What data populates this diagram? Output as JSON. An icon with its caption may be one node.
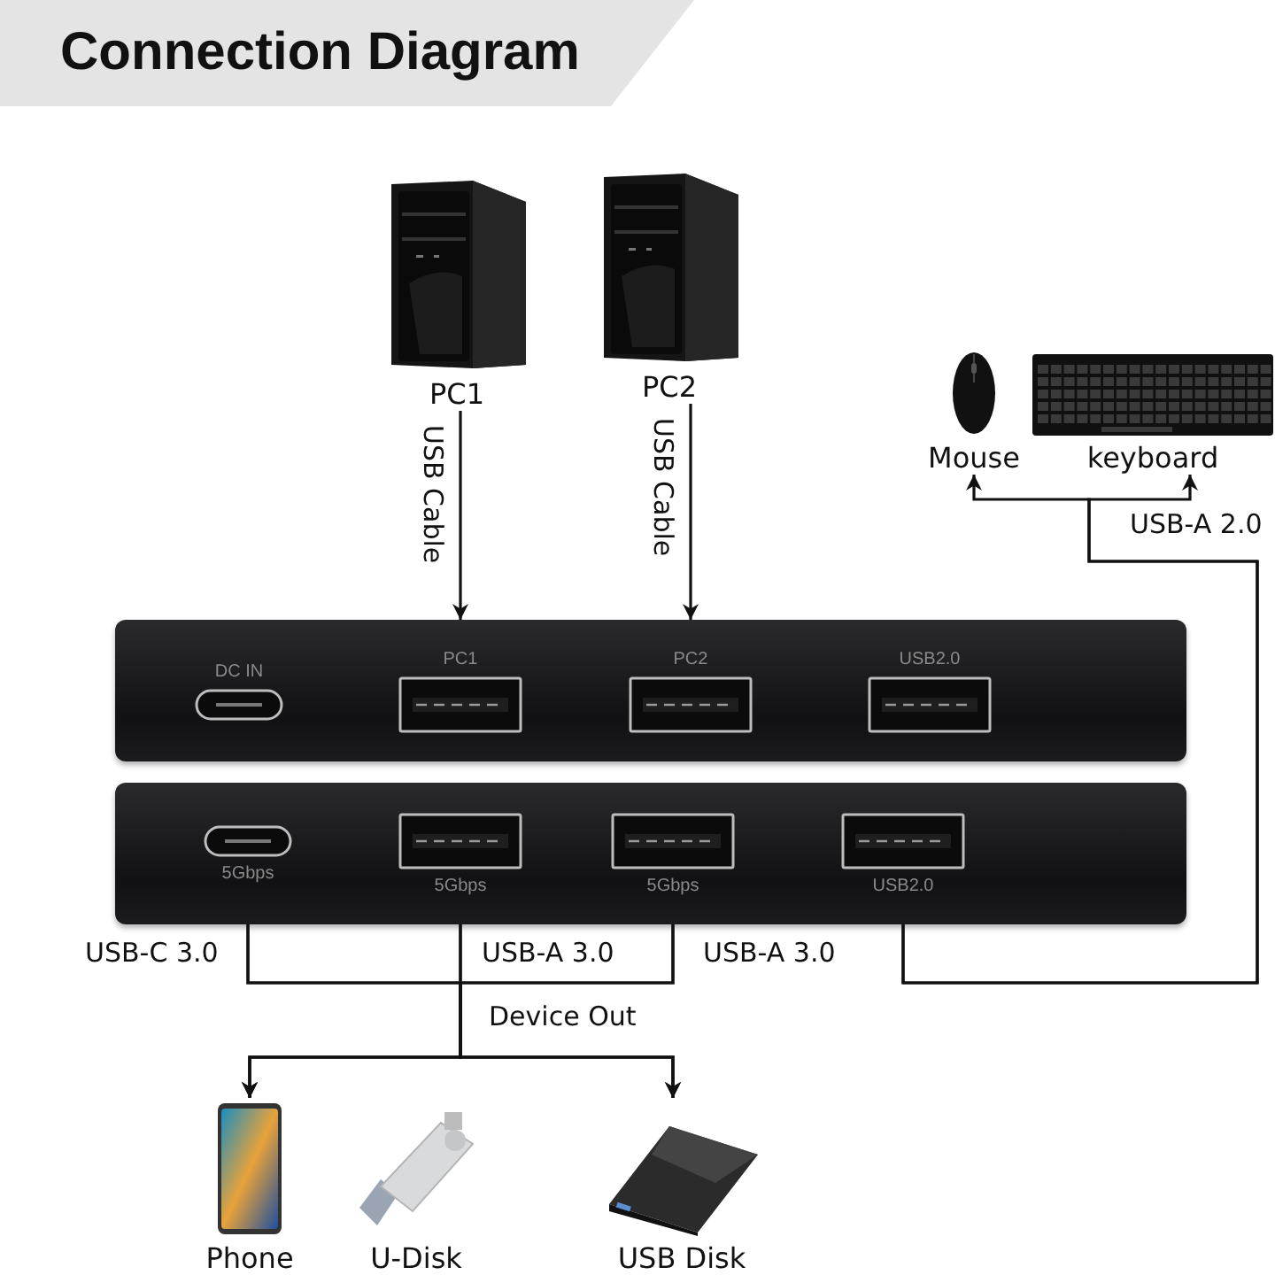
{
  "diagram": {
    "title": "Connection Diagram",
    "nodes": [
      {
        "text": [
          "PC1"
        ]
      },
      {
        "text": [
          "PC2"
        ]
      },
      {
        "text": [
          "Mouse"
        ]
      },
      {
        "text": [
          "keyboard"
        ]
      },
      {
        "text": [],
        "shape": "box"
      },
      {
        "text": [
          "DC IN"
        ],
        "in": 4
      },
      {
        "text": [
          "PC1"
        ],
        "in": 4
      },
      {
        "text": [
          "PC2"
        ],
        "in": 4
      },
      {
        "text": [
          "USB2.0"
        ],
        "in": 4
      },
      {
        "text": [],
        "shape": "box"
      },
      {
        "text": [
          "5Gbps"
        ],
        "in": 9
      },
      {
        "text": [
          "5Gbps"
        ],
        "in": 9
      },
      {
        "text": [
          "5Gbps"
        ],
        "in": 9
      },
      {
        "text": [
          "USB2.0"
        ],
        "in": 9
      },
      {
        "text": [
          "Phone"
        ]
      },
      {
        "text": [
          "U-Disk"
        ]
      },
      {
        "text": [
          "USB Disk"
        ]
      }
    ],
    "edges": [
      {
        "from": 0,
        "to": 6,
        "arrow": "to",
        "label": "USB Cable"
      },
      {
        "from": 1,
        "to": 7,
        "arrow": "to",
        "label": "USB Cable"
      },
      {
        "from": 13,
        "to": 2,
        "arrow": "to",
        "label": "USB-A 2.0"
      },
      {
        "from": 13,
        "to": 3,
        "arrow": "to"
      },
      {
        "from": 10,
        "to": 14,
        "arrow": "to",
        "label": "USB-C 3.0"
      },
      {
        "from": 10,
        "to": 16,
        "arrow": "to"
      },
      {
        "from": 11,
        "to": 14,
        "arrow": "to",
        "label": "USB-A 3.0"
      },
      {
        "from": 11,
        "to": 16,
        "arrow": "to"
      },
      {
        "from": 12,
        "to": 14,
        "arrow": "to",
        "label": "USB-A 3.0"
      },
      {
        "from": 12,
        "to": 16,
        "arrow": "to"
      }
    ],
    "labels": [
      "Device Out"
    ]
  }
}
